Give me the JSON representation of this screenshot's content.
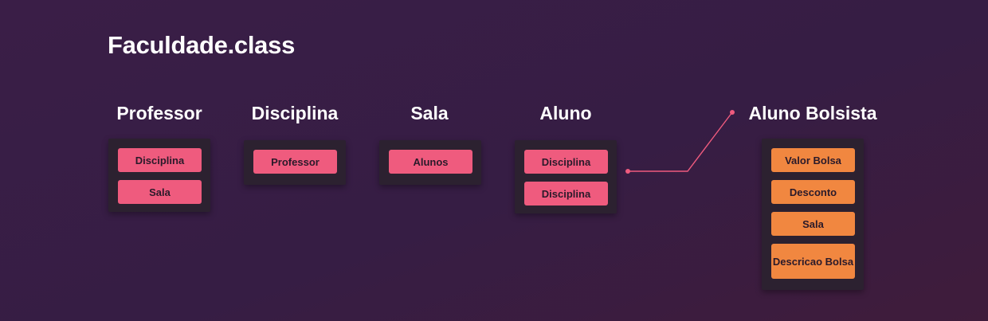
{
  "title": "Faculdade.class",
  "accent_pink": "#ef5b7e",
  "accent_orange": "#f18740",
  "classes": [
    {
      "name": "Professor",
      "attributes": [
        "Disciplina",
        "Sala"
      ]
    },
    {
      "name": "Disciplina",
      "attributes": [
        "Professor"
      ]
    },
    {
      "name": "Sala",
      "attributes": [
        "Alunos"
      ]
    },
    {
      "name": "Aluno",
      "attributes": [
        "Disciplina",
        "Disciplina"
      ]
    },
    {
      "name": "Aluno Bolsista",
      "attributes": [
        "Valor Bolsa",
        "Desconto",
        "Sala",
        "Descricao Bolsa"
      ]
    }
  ],
  "relation": {
    "from": "Aluno",
    "to": "Aluno Bolsista"
  }
}
